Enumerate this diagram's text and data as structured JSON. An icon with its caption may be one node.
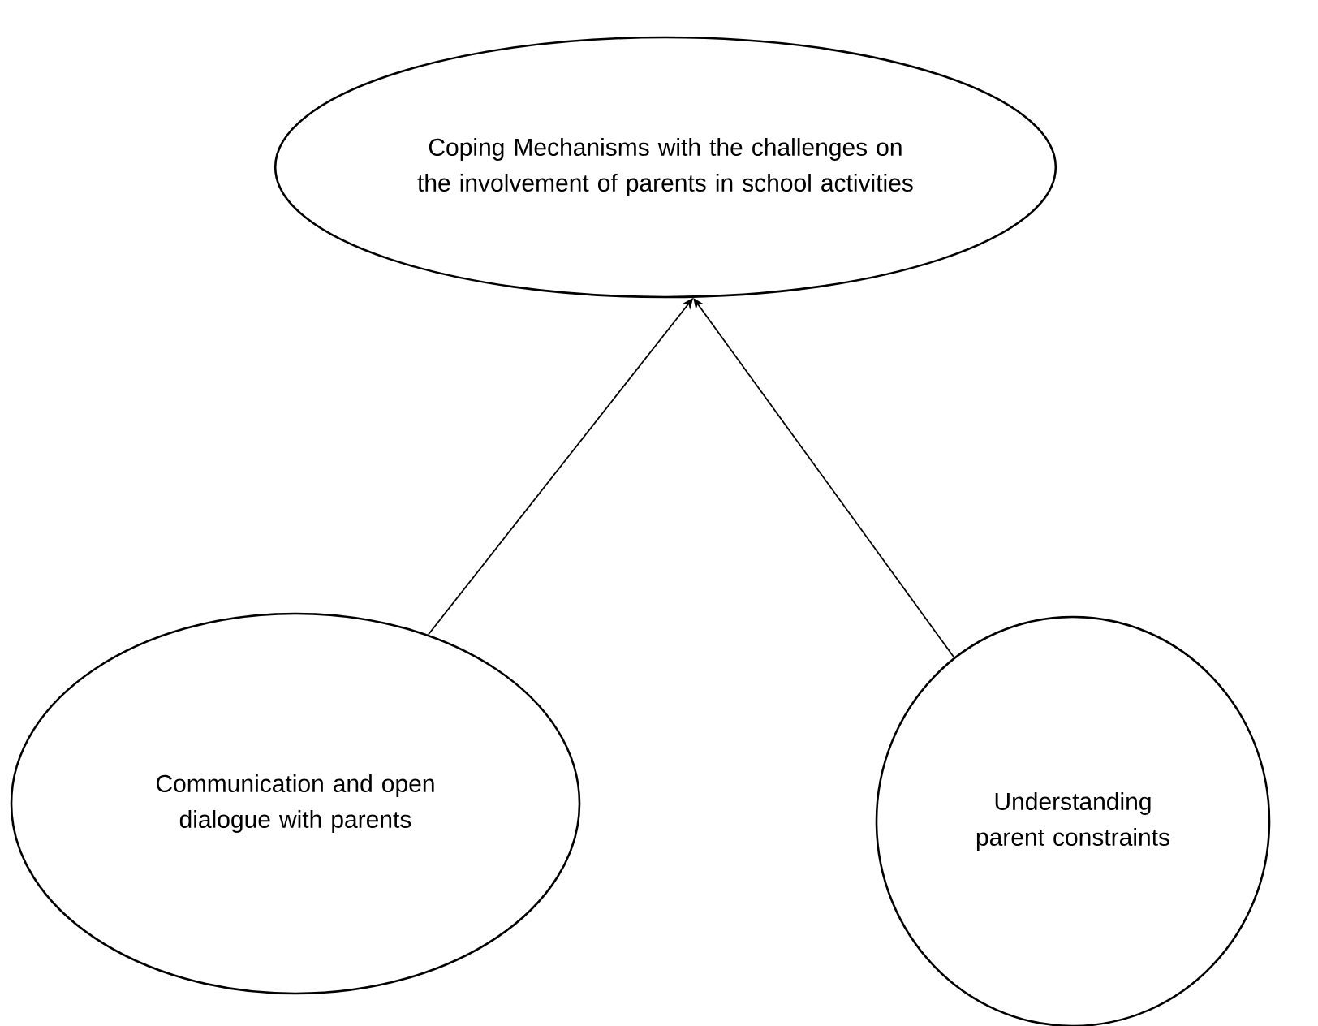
{
  "diagram": {
    "nodes": [
      {
        "text": [
          "Coping Mechanisms with the challenges on the involvement of parents in school activities"
        ]
      },
      {
        "text": [
          "Communication and open dialogue with parents"
        ]
      },
      {
        "text": [
          "Understanding parent constraints"
        ]
      }
    ],
    "edges": [
      {
        "from": 1,
        "to": 0,
        "arrow": "to"
      },
      {
        "from": 2,
        "to": 0,
        "arrow": "to"
      }
    ]
  }
}
